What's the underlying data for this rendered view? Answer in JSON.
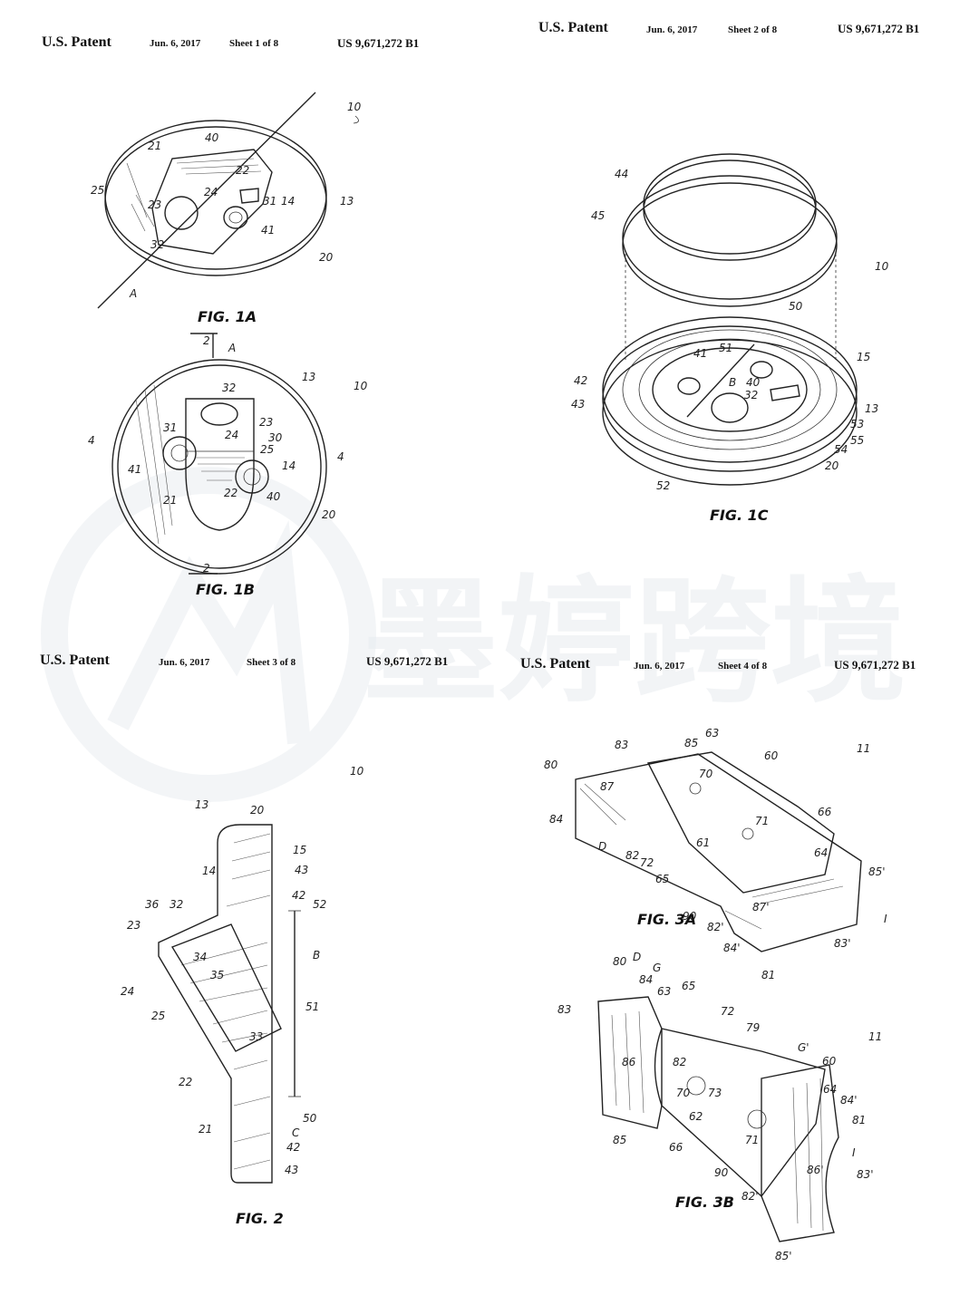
{
  "sheets": [
    {
      "patent_label": "U.S. Patent",
      "date": "Jun. 6, 2017",
      "sheet": "Sheet 1 of 8",
      "number": "US 9,671,272 B1",
      "figures": [
        {
          "caption": "FIG. 1A",
          "labels": [
            "10",
            "21",
            "40",
            "22",
            "25",
            "23",
            "24",
            "31",
            "14",
            "13",
            "32",
            "41",
            "20",
            "A"
          ]
        },
        {
          "caption": "FIG. 1B",
          "labels": [
            "2",
            "A",
            "13",
            "10",
            "32",
            "23",
            "31",
            "24",
            "30",
            "25",
            "4",
            "4",
            "41",
            "14",
            "40",
            "21",
            "22",
            "20",
            "2"
          ]
        }
      ]
    },
    {
      "patent_label": "U.S. Patent",
      "date": "Jun. 6, 2017",
      "sheet": "Sheet 2 of 8",
      "number": "US 9,671,272 B1",
      "figures": [
        {
          "caption": "FIG. 1C",
          "labels": [
            "44",
            "45",
            "10",
            "50",
            "51",
            "41",
            "15",
            "42",
            "B",
            "40",
            "43",
            "32",
            "13",
            "53",
            "55",
            "54",
            "20",
            "52"
          ]
        }
      ]
    },
    {
      "patent_label": "U.S. Patent",
      "date": "Jun. 6, 2017",
      "sheet": "Sheet 3 of 8",
      "number": "US 9,671,272 B1",
      "figures": [
        {
          "caption": "FIG. 2",
          "labels": [
            "10",
            "13",
            "20",
            "15",
            "14",
            "43",
            "42",
            "36",
            "32",
            "52",
            "23",
            "34",
            "35",
            "B",
            "24",
            "25",
            "51",
            "33",
            "22",
            "21",
            "50",
            "C",
            "42",
            "43"
          ]
        }
      ]
    },
    {
      "patent_label": "U.S. Patent",
      "date": "Jun. 6, 2017",
      "sheet": "Sheet 4 of 8",
      "number": "US 9,671,272 B1",
      "figures": [
        {
          "caption": "FIG. 3A",
          "labels": [
            "85",
            "63",
            "83",
            "60",
            "11",
            "80",
            "70",
            "87",
            "84",
            "66",
            "71",
            "61",
            "D",
            "82",
            "72",
            "64",
            "85'",
            "65",
            "87'",
            "90",
            "82'",
            "84'",
            "I",
            "83'",
            "81"
          ]
        },
        {
          "caption": "FIG. 3B",
          "labels": [
            "80",
            "D",
            "84",
            "G",
            "63",
            "65",
            "72",
            "83",
            "79",
            "11",
            "G'",
            "60",
            "86",
            "82",
            "64",
            "84'",
            "70",
            "73",
            "81",
            "62",
            "71",
            "I",
            "85",
            "66",
            "90",
            "86'",
            "83'",
            "82'",
            "85'"
          ]
        }
      ]
    }
  ],
  "watermark": {
    "text": "墨婷跨境"
  }
}
